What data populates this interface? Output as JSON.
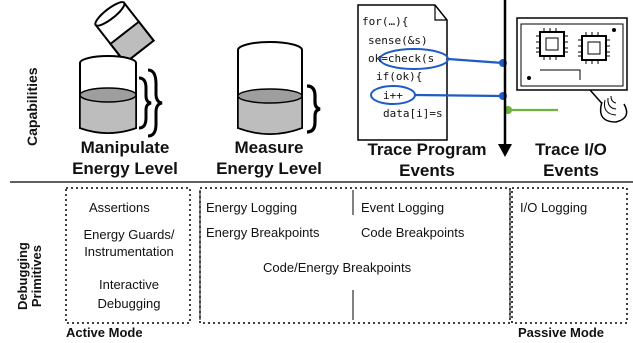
{
  "row_labels": {
    "capabilities": "Capabilities",
    "primitives_line1": "Debugging",
    "primitives_line2": "Primitives"
  },
  "columns": [
    {
      "heading_line1": "Manipulate",
      "heading_line2": "Energy Level"
    },
    {
      "heading_line1": "Measure",
      "heading_line2": "Energy Level"
    },
    {
      "heading_line1": "Trace Program",
      "heading_line2": "Events"
    },
    {
      "heading_line1": "Trace I/O",
      "heading_line2": "Events"
    }
  ],
  "code_lines": [
    "for(…){",
    "sense(&s)",
    "ok=check(s",
    "if(ok){",
    "i++",
    "data[i]=s"
  ],
  "primitives": {
    "assertions": "Assertions",
    "energy_guards_line1": "Energy Guards/",
    "energy_guards_line2": "Instrumentation",
    "interactive_line1": "Interactive",
    "interactive_line2": "Debugging",
    "energy_logging": "Energy Logging",
    "energy_breakpoints": "Energy Breakpoints",
    "event_logging": "Event Logging",
    "code_breakpoints": "Code Breakpoints",
    "code_energy_breakpoints": "Code/Energy Breakpoints",
    "io_logging": "I/O Logging"
  },
  "modes": {
    "active": "Active Mode",
    "passive": "Passive Mode"
  },
  "colors": {
    "highlight_blue": "#1f5bc4",
    "io_green": "#6cb33f",
    "liquid_gray": "#bdbdbd"
  },
  "icons": [
    "pouring-beaker-icon",
    "beaker-icon",
    "code-page-icon",
    "circuit-board-icon"
  ]
}
